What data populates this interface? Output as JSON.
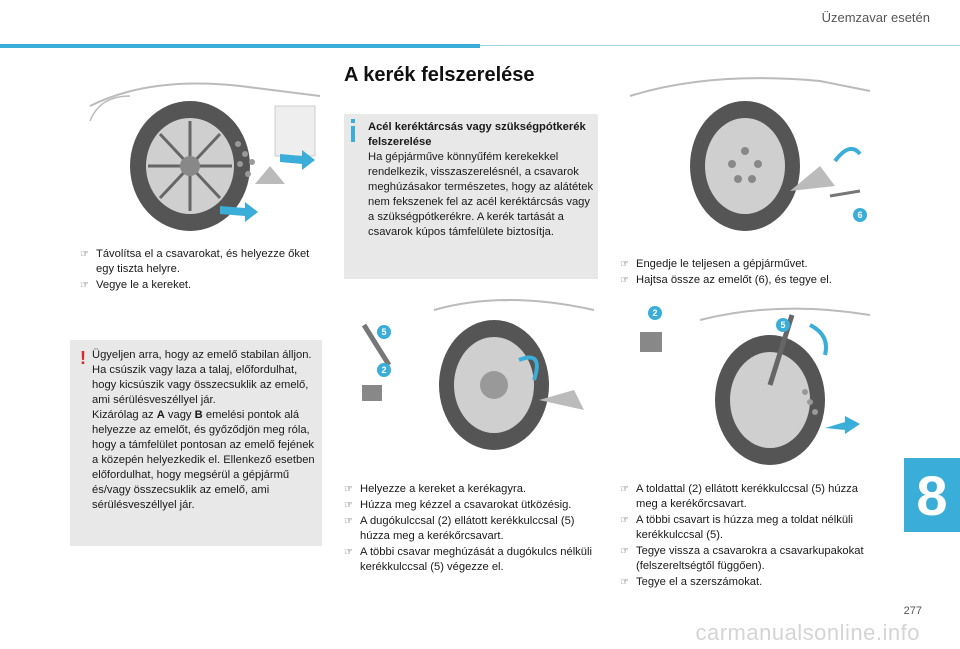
{
  "header": {
    "section_title": "Üzemzavar esetén"
  },
  "chapter": {
    "number": "8"
  },
  "page": {
    "number": "277",
    "watermark": "carmanualsonline.info"
  },
  "left": {
    "bullets": [
      "Távolítsa el a csavarokat, és helyezze őket egy tiszta helyre.",
      "Vegye le a kereket."
    ],
    "warning": {
      "text": "Ügyeljen arra, hogy az emelő stabilan álljon. Ha csúszik vagy laza a talaj, előfordulhat, hogy kicsúszik vagy összecsuklik az emelő, ami sérülésveszéllyel jár.",
      "text2_a": "Kizárólag az ",
      "text2_A": "A",
      "text2_b": " vagy ",
      "text2_B": "B",
      "text2_c": " emelési pontok alá helyezze az emelőt, és győződjön meg róla, hogy a támfelület pontosan az emelő fejének a közepén helyezkedik el. Ellenkező esetben előfordulhat, hogy megsérül a gépjármű és/vagy összecsuklik az emelő, ami sérülésveszéllyel jár."
    }
  },
  "middle": {
    "heading": "A kerék felszerelése",
    "info": {
      "title": "Acél keréktárcsás vagy szükségpótkerék felszerelése",
      "body": "Ha gépjárműve könnyűfém kerekekkel rendelkezik, visszaszerelésnél, a csavarok meghúzásakor természetes, hogy az alátétek nem fekszenek fel az acél keréktárcsás vagy a szükségpótkerékre. A kerék tartását a csavarok kúpos támfelülete biztosítja."
    },
    "callouts": [
      "5",
      "2"
    ],
    "bullets": [
      "Helyezze a kereket a kerékagyra.",
      "Húzza meg kézzel a csavarokat ütközésig.",
      "A dugókulccsal (2) ellátott kerékkulccsal (5) húzza meg a kerékőrcsavart.",
      "A többi csavar meghúzását a dugókulcs nélküli kerékkulccsal (5) végezze el."
    ]
  },
  "right": {
    "callout_top": "6",
    "bullets_top": [
      "Engedje le teljesen a gépjárművet.",
      "Hajtsa össze az emelőt (6), és tegye el."
    ],
    "callouts_bottom": [
      "2",
      "5"
    ],
    "bullets_bottom": [
      "A toldattal (2) ellátott kerékkulccsal (5) húzza meg a kerékőrcsavart.",
      "A többi csavart is húzza meg a toldat nélküli kerékkulccsal (5).",
      "Tegye vissza a csavarokra a csavarkupakokat (felszereltségtől függően).",
      "Tegye el a szerszámokat."
    ]
  },
  "colors": {
    "accent": "#3aaed8",
    "warning": "#d9262f",
    "box_bg": "#e8e8e8"
  },
  "icons": {
    "bullet": "arrow-bullet-icon",
    "warning": "warning-icon",
    "info": "info-icon"
  }
}
